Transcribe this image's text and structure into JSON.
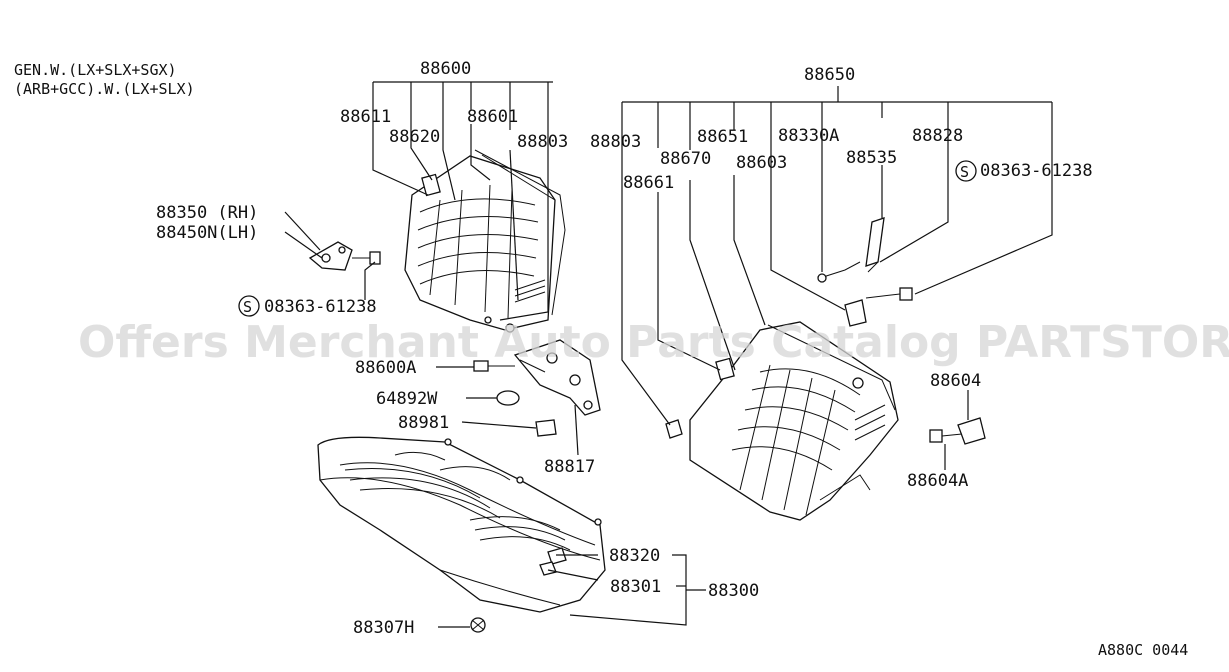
{
  "notes": {
    "line1": "GEN.W.(LX+SLX+SGX)",
    "line2": "(ARB+GCC).W.(LX+SLX)"
  },
  "parts": {
    "p88600": "88600",
    "p88611": "88611",
    "p88620": "88620",
    "p88601": "88601",
    "p88803a": "88803",
    "p88803b": "88803",
    "p88350": "88350 (RH)",
    "p88450": "88450N(LH)",
    "p08363a": "08363-61238",
    "p88600a": "88600A",
    "p64892": "64892W",
    "p88981": "88981",
    "p88817": "88817",
    "p88320": "88320",
    "p88301": "88301",
    "p88300": "88300",
    "p88307": "88307H",
    "p88650": "88650",
    "p88651": "88651",
    "p88670": "88670",
    "p88661": "88661",
    "p88603": "88603",
    "p88330": "88330A",
    "p88535": "88535",
    "p88828": "88828",
    "p08363b": "08363-61238",
    "p88604": "88604",
    "p88604a": "88604A"
  },
  "symbols": {
    "screw_mark": "S"
  },
  "watermark": "Offers Merchant Auto Parts Catalog PARTSTORE.SA",
  "drawing_code": "A880C 0044",
  "colors": {
    "ink": "#111111",
    "watermark": "#d6d6d6",
    "background": "#ffffff"
  }
}
